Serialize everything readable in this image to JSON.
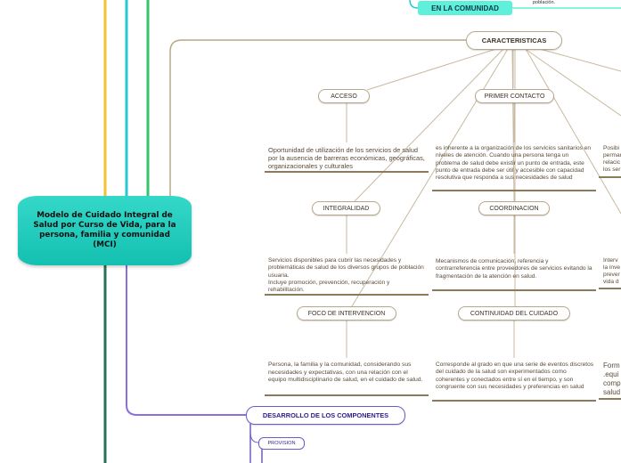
{
  "central_topic": "Modelo de Cuidado Integral de Salud por Curso de Vida, para la persona, familia y comunidad (MCI)",
  "top_nodes": {
    "comunidad": "EN LA COMUNIDAD",
    "poblacion_fragment": "población."
  },
  "caracteristicas": {
    "title": "CARACTERISTICAS",
    "items": [
      {
        "label": "ACCESO",
        "description": "Oportunidad de utilización de los servicios de salud por la ausencia de barreras económicas, geográficas, organizacionales y culturales"
      },
      {
        "label": "PRIMER CONTACTO",
        "description": "es inherente a la organización de los servicios sanitarios en niveles de atención. Cuando una persona tenga un problema de salud debe existir un punto de entrada, este punto de entrada debe ser útil y accesible con capacidad resolutiva que responda a sus necesidades de salud"
      },
      {
        "label": "INTEGRALIDAD",
        "description": "Servicios disponibles para cubrir las necesidades y problemáticas de salud de los diversos grupos de población usuaria.\nIncluye promoción, prevención, recuperación y rehabilitación."
      },
      {
        "label": "COORDINACION",
        "description": "Mecanismos de comunicación, referencia y contrarreferencia entre proveedores de servicios evitando la fragmentación de la atención en salud."
      },
      {
        "label": "FOCO DE INTERVENCION",
        "description": "Persona, la familia y la comunidad, considerando sus necesidades y expectativas, con una relación con el equipo multidisciplinario de salud, en el cuidado de salud."
      },
      {
        "label": "CONTINUIDAD DEL CUIDADO",
        "description": "Corresponde al grado en que una serie de eventos discretos del cuidado de la salud son experimentados como coherentes y conectados entre sí en el tiempo, y son congruente con sus necesidades y preferencias en salud"
      }
    ],
    "clipped_right": [
      "Posibi\npermar\nrelacic\nlos ser",
      "Interv\nla inve\nprever\nvida d",
      "Form\n.equi\ncomp\nsalud"
    ]
  },
  "desarrollo": {
    "title": "DESARROLLO DE LOS COMPONENTES",
    "children": [
      "PROVISION"
    ]
  },
  "colors": {
    "central": "#1fcdbd",
    "branch_brown": "#b9a78a",
    "comunidad": "#5ff0dc",
    "desarrollo_border": "#6d5bc9",
    "line_yellow": "#f2c233",
    "line_cyan": "#27c7d6",
    "line_green": "#33c46c",
    "line_purple": "#8a6fe0",
    "line_darkgreen": "#2c6e56"
  }
}
